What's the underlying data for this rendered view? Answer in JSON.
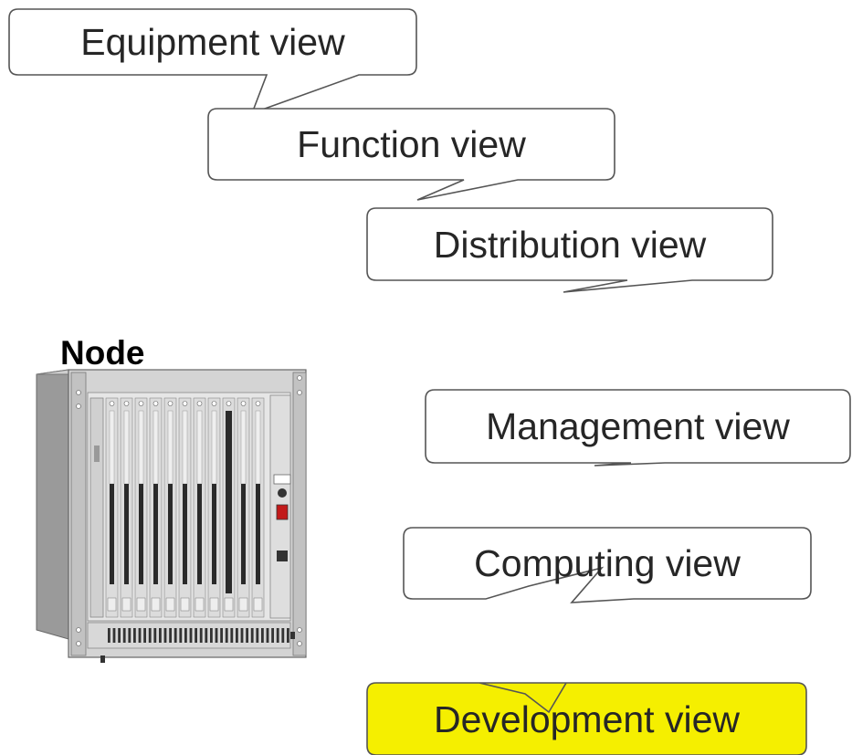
{
  "callouts": [
    {
      "label": "Equipment view",
      "fill": "#ffffff"
    },
    {
      "label": "Function view",
      "fill": "#ffffff"
    },
    {
      "label": "Distribution view",
      "fill": "#ffffff"
    },
    {
      "label": "Management view",
      "fill": "#ffffff"
    },
    {
      "label": "Computing view",
      "fill": "#ffffff"
    },
    {
      "label": "Development view",
      "fill": "#f5ef00"
    }
  ],
  "node": {
    "title": "Node"
  },
  "colors": {
    "stroke": "#555555",
    "text": "#262626",
    "highlight": "#f5ef00"
  }
}
